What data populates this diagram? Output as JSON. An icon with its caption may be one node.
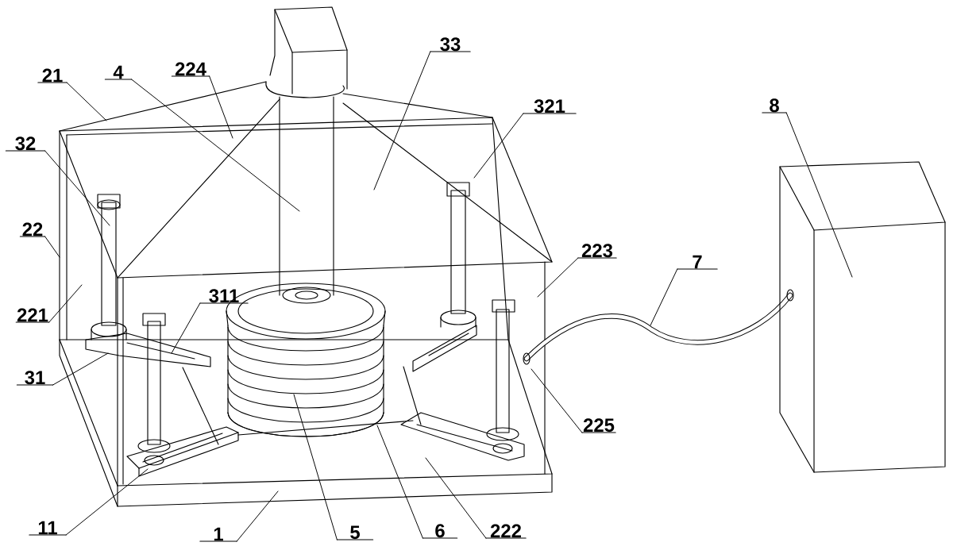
{
  "diagram": {
    "nodes": [
      {
        "text": [
          "33"
        ]
      },
      {
        "text": [
          "4"
        ]
      },
      {
        "text": [
          "224"
        ]
      },
      {
        "text": [
          "21"
        ]
      },
      {
        "text": [
          "321"
        ]
      },
      {
        "text": [
          "8"
        ]
      },
      {
        "text": [
          "32"
        ]
      },
      {
        "text": [
          "22"
        ]
      },
      {
        "text": [
          "223"
        ]
      },
      {
        "text": [
          "7"
        ]
      },
      {
        "text": [
          "311"
        ]
      },
      {
        "text": [
          "221"
        ]
      },
      {
        "text": [
          "31"
        ]
      },
      {
        "text": [
          "225"
        ]
      },
      {
        "text": [
          "11"
        ]
      },
      {
        "text": [
          "1"
        ]
      },
      {
        "text": [
          "5"
        ]
      },
      {
        "text": [
          "6"
        ]
      },
      {
        "text": [
          "222"
        ]
      }
    ],
    "edges": [
      {
        "from": 0,
        "to": null,
        "arrow": "none"
      },
      {
        "from": 1,
        "to": null,
        "arrow": "none"
      },
      {
        "from": 2,
        "to": null,
        "arrow": "none"
      },
      {
        "from": 3,
        "to": null,
        "arrow": "none"
      },
      {
        "from": 4,
        "to": null,
        "arrow": "none"
      },
      {
        "from": 5,
        "to": null,
        "arrow": "none"
      },
      {
        "from": 6,
        "to": null,
        "arrow": "none"
      },
      {
        "from": 7,
        "to": null,
        "arrow": "none"
      },
      {
        "from": 8,
        "to": null,
        "arrow": "none"
      },
      {
        "from": 9,
        "to": null,
        "arrow": "none"
      },
      {
        "from": 10,
        "to": null,
        "arrow": "none"
      },
      {
        "from": 11,
        "to": null,
        "arrow": "none"
      },
      {
        "from": 12,
        "to": null,
        "arrow": "none"
      },
      {
        "from": 13,
        "to": null,
        "arrow": "none"
      },
      {
        "from": 14,
        "to": null,
        "arrow": "none"
      },
      {
        "from": 15,
        "to": null,
        "arrow": "none"
      },
      {
        "from": 16,
        "to": null,
        "arrow": "none"
      },
      {
        "from": 17,
        "to": null,
        "arrow": "none"
      },
      {
        "from": 18,
        "to": null,
        "arrow": "none"
      }
    ]
  }
}
